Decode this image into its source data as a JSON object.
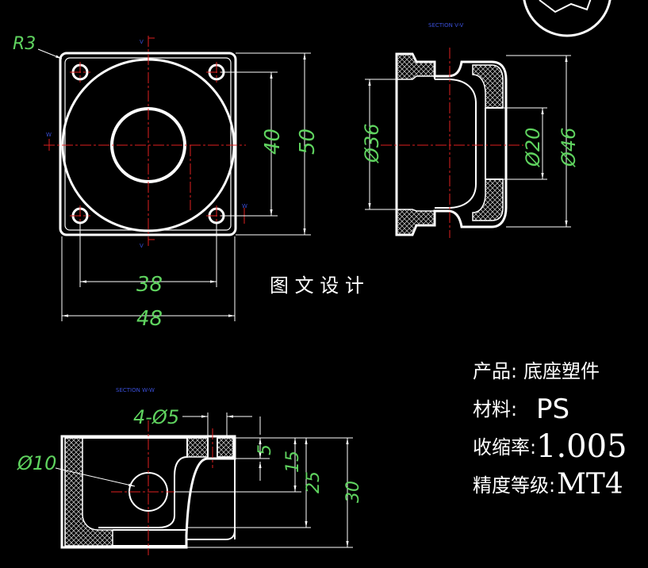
{
  "section_labels": {
    "top_view": "SECTION V-V",
    "bottom_view": "SECTION W-W"
  },
  "cut_markers": {
    "v": "V",
    "w": "W"
  },
  "dimensions": {
    "r3": "R3",
    "d40": "40",
    "d50": "50",
    "d38": "38",
    "d48": "48",
    "phi36": "Ø36",
    "phi20": "Ø20",
    "phi46": "Ø46",
    "four_phi5": "4-Ø5",
    "phi10": "Ø10",
    "d5": "5",
    "d15": "15",
    "d25": "25",
    "d30": "30"
  },
  "title": "图 文 设 计",
  "specs": {
    "product_label": "产品:",
    "product_value": "底座塑件",
    "material_label": "材料:",
    "material_value": "PS",
    "shrinkage_label": "收缩率:",
    "shrinkage_value": "1.005",
    "precision_label": "精度等级:",
    "precision_value": "MT4"
  },
  "colors": {
    "background": "#000000",
    "outline": "#ffffff",
    "centerline": "#e02020",
    "dimension": "#5fd35f",
    "section_label": "#3a4fd8"
  }
}
